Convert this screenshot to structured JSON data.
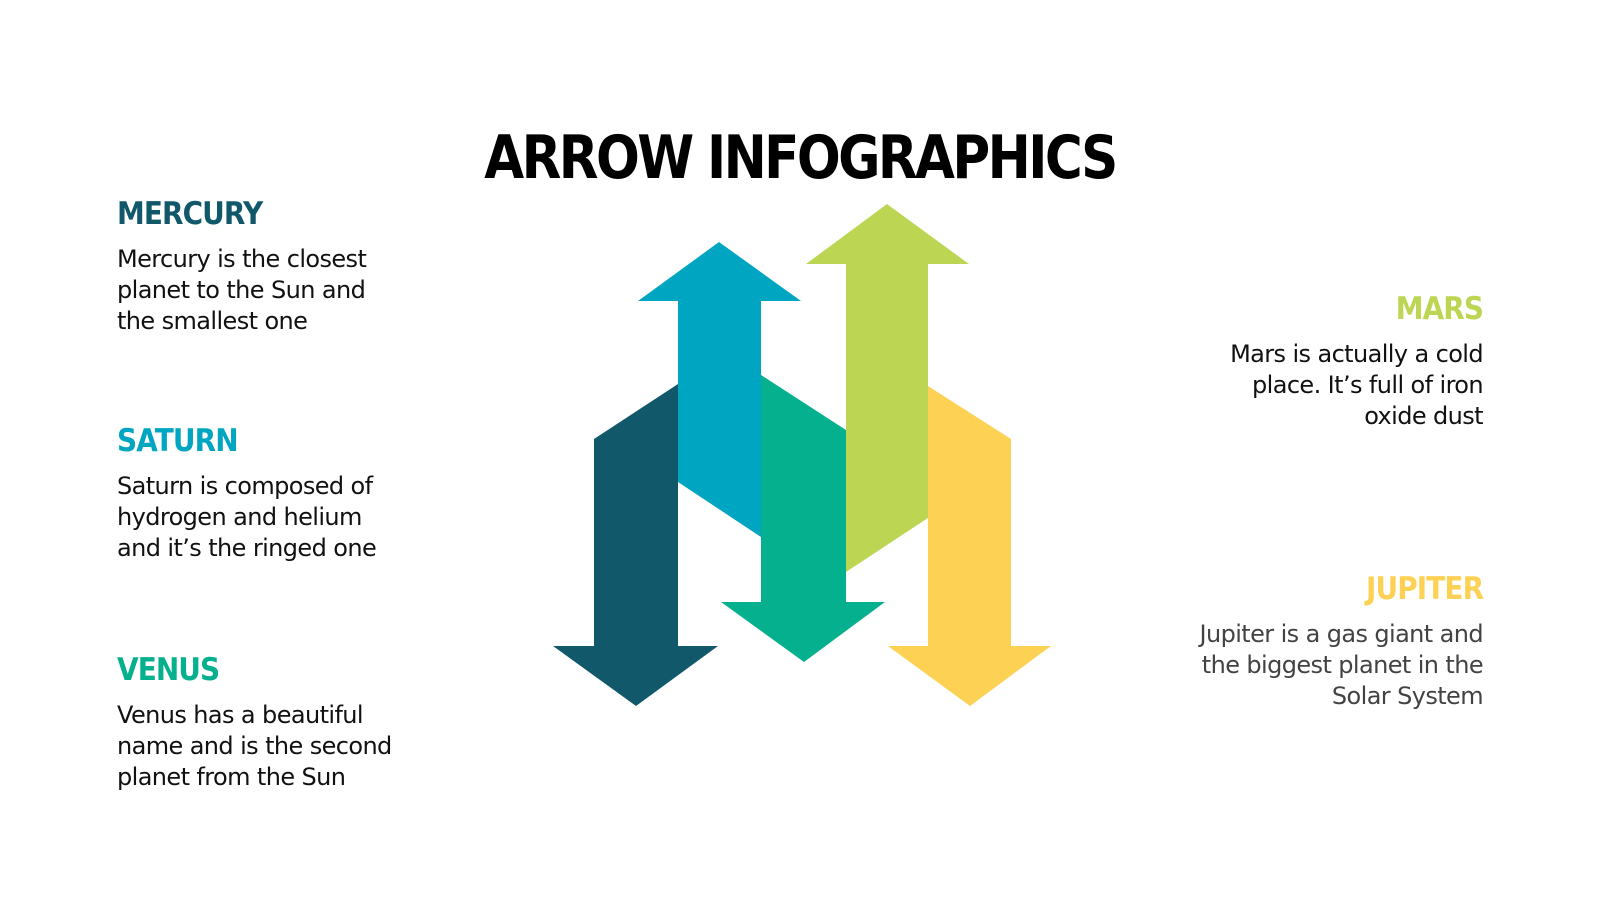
{
  "title": "ARROW INFOGRAPHICS",
  "colors": {
    "mercury": "#11586b",
    "saturn": "#00a5c2",
    "venus": "#04b08e",
    "mars": "#bcd654",
    "jupiter": "#fdd153",
    "body_text": "#111111",
    "jupiter_body_text": "#434343"
  },
  "left_items": [
    {
      "heading": "MERCURY",
      "lines": [
        "Mercury is the closest",
        "planet to the Sun and",
        "the smallest one"
      ]
    },
    {
      "heading": "SATURN",
      "lines": [
        "Saturn is composed of",
        "hydrogen and helium",
        "and it’s the ringed one"
      ]
    },
    {
      "heading": "VENUS",
      "lines": [
        "Venus has a beautiful",
        "name and is the second",
        "planet from the Sun"
      ]
    }
  ],
  "right_items": [
    {
      "heading": "MARS",
      "lines": [
        "Mars is actually a cold",
        "place. It’s full of iron",
        "oxide dust"
      ]
    },
    {
      "heading": "JUPITER",
      "lines": [
        "Jupiter is a gas giant and",
        "the biggest planet in the",
        "Solar System"
      ]
    }
  ],
  "arrows": [
    {
      "name": "mercury",
      "direction": "down"
    },
    {
      "name": "saturn",
      "direction": "up"
    },
    {
      "name": "venus",
      "direction": "down"
    },
    {
      "name": "mars",
      "direction": "up"
    },
    {
      "name": "jupiter",
      "direction": "down"
    }
  ]
}
